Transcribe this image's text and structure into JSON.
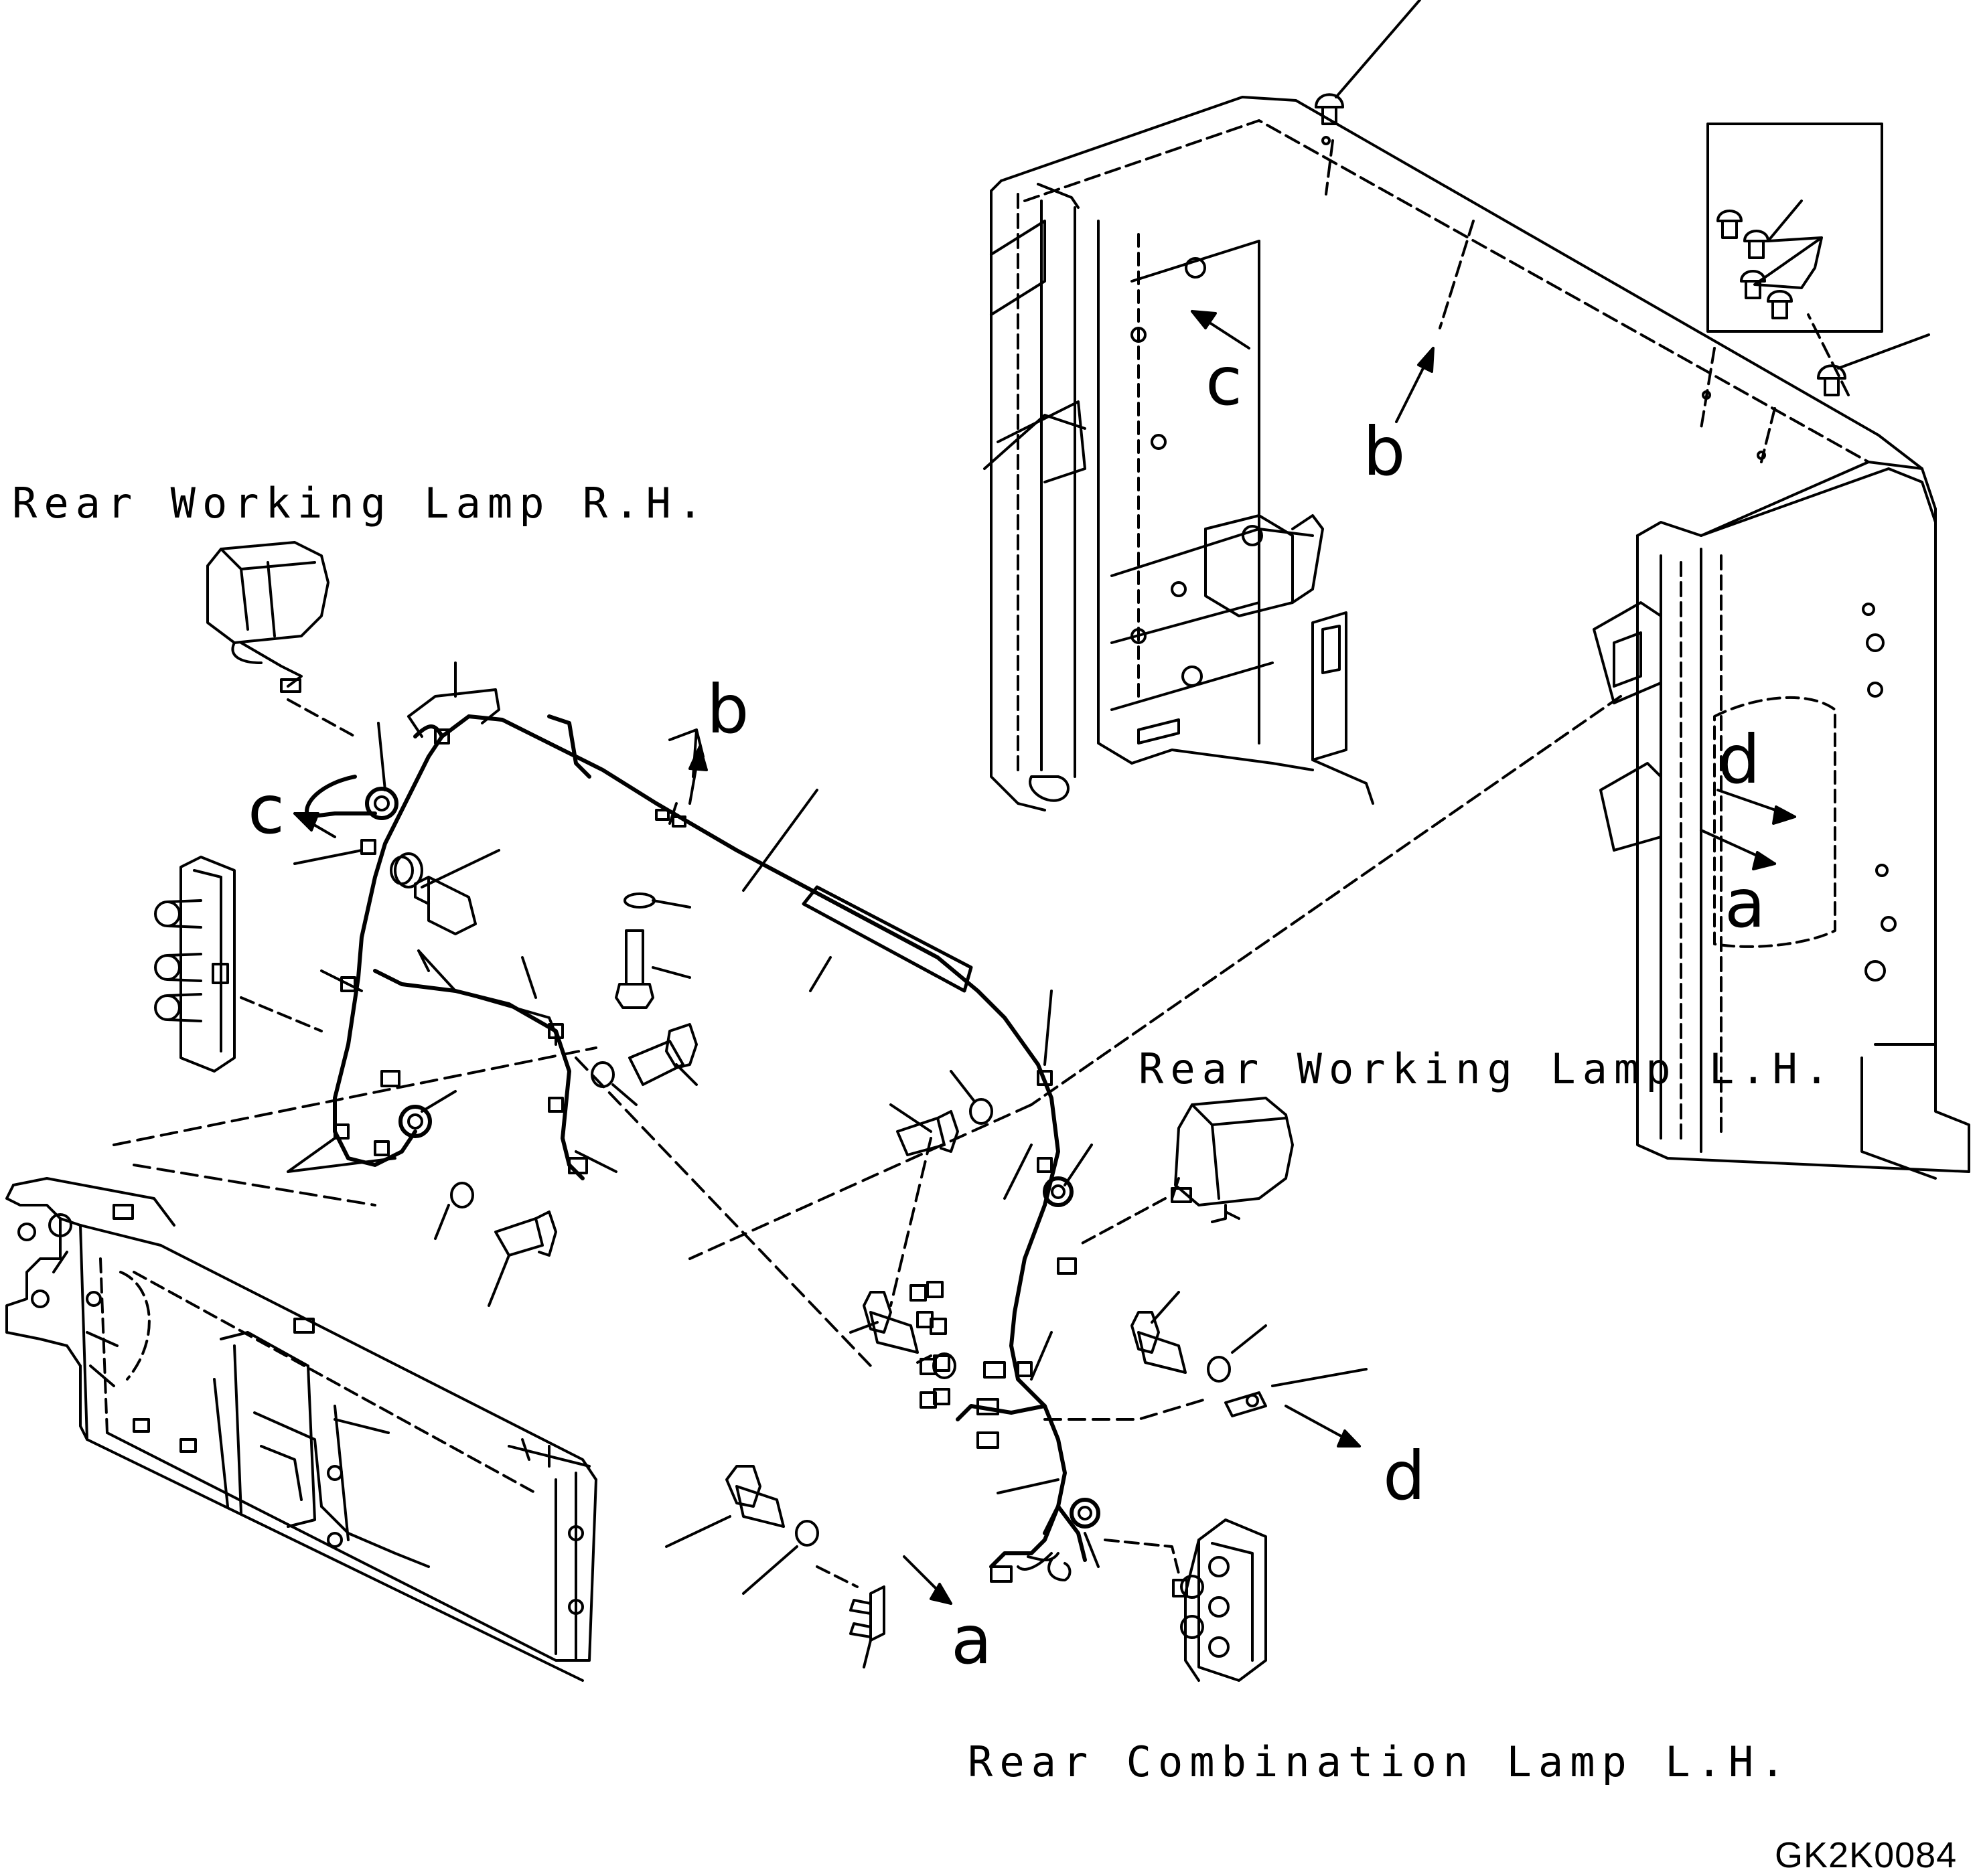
{
  "labels": {
    "rear_working_lamp_rh": "Rear Working Lamp R.H.",
    "rear_working_lamp_lh": "Rear Working Lamp L.H.",
    "rear_combination_lamp_lh": "Rear Combination Lamp L.H.",
    "drawing_code": "GK2K0084"
  },
  "refs": {
    "a": "a",
    "b": "b",
    "c": "c",
    "d": "d"
  }
}
